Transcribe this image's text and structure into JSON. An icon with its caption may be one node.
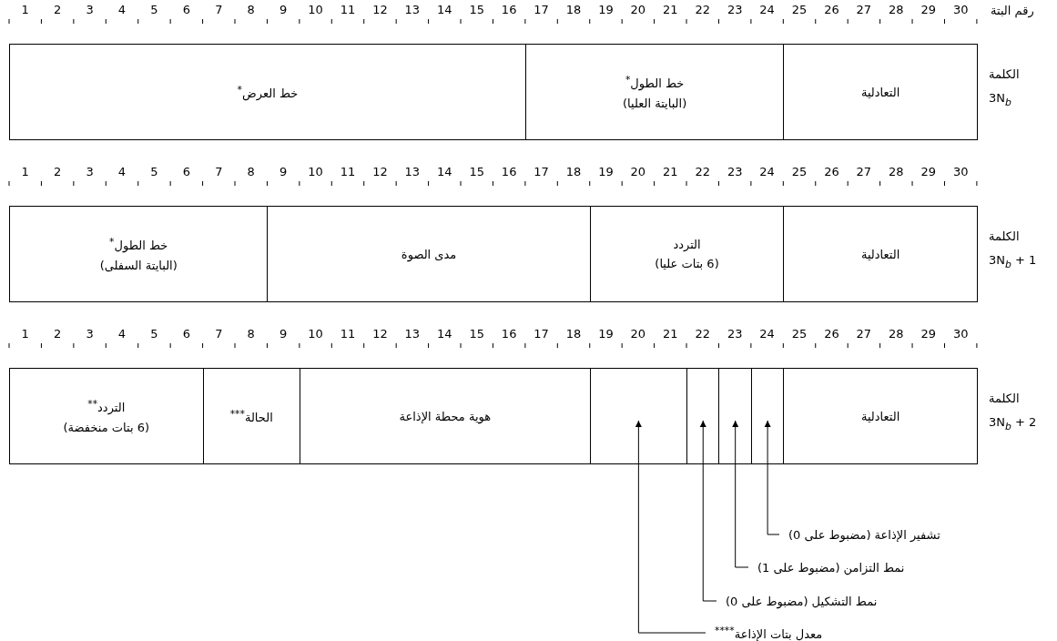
{
  "diagram": {
    "nodes": [
      {
        "text": [
          "خط العرض$^{*}$"
        ]
      },
      {
        "text": [
          "خط الطول$^{*}$",
          "(البايتة العليا)"
        ]
      },
      {
        "text": [
          "التعادلية"
        ]
      },
      {
        "text": [
          "خط الطول$^{*}$",
          "(البايتة السفلى)"
        ]
      },
      {
        "text": [
          "مدى الصوة"
        ]
      },
      {
        "text": [
          "التردد",
          "(6 بتات عليا)"
        ]
      },
      {
        "text": [
          "التعادلية"
        ]
      },
      {
        "text": [
          "التردد$^{**}$",
          "(6 بتات منخفضة)"
        ]
      },
      {
        "text": [
          "الحالة$^{***}$"
        ]
      },
      {
        "text": [
          "هوية محطة الإذاعة"
        ]
      },
      {
        "text": [],
        "shape": "box"
      },
      {
        "text": [],
        "shape": "box"
      },
      {
        "text": [],
        "shape": "box"
      },
      {
        "text": [],
        "shape": "box"
      },
      {
        "text": [
          "التعادلية"
        ]
      },
      {
        "text": [
          "تشفير الإذاعة (مضبوط على 0)"
        ]
      },
      {
        "text": [
          "نمط التزامن (مضبوط على 1)"
        ]
      },
      {
        "text": [
          "نمط التشكيل (مضبوط على 0)"
        ]
      },
      {
        "text": [
          "معدل بتات الإذاعة$^{****}$"
        ]
      }
    ],
    "edges": [
      {
        "from": 15,
        "to": 13,
        "arrow": "to"
      },
      {
        "from": 16,
        "to": 12,
        "arrow": "to"
      },
      {
        "from": 17,
        "to": 11,
        "arrow": "to"
      },
      {
        "from": 18,
        "to": 10,
        "arrow": "to"
      }
    ],
    "labels": [
      "رقم البتة",
      "1",
      "2",
      "3",
      "4",
      "5",
      "6",
      "7",
      "8",
      "9",
      "10",
      "11",
      "12",
      "13",
      "14",
      "15",
      "16",
      "17",
      "18",
      "19",
      "20",
      "21",
      "22",
      "23",
      "24",
      "25",
      "26",
      "27",
      "28",
      "29",
      "30",
      "الكلمة",
      "3N$_{b}$",
      "1",
      "2",
      "3",
      "4",
      "5",
      "6",
      "7",
      "8",
      "9",
      "10",
      "11",
      "12",
      "13",
      "14",
      "15",
      "16",
      "17",
      "18",
      "19",
      "20",
      "21",
      "22",
      "23",
      "24",
      "25",
      "26",
      "27",
      "28",
      "29",
      "30",
      "الكلمة",
      "3N$_{b}$ + 1",
      "1",
      "2",
      "3",
      "4",
      "5",
      "6",
      "7",
      "8",
      "9",
      "10",
      "11",
      "12",
      "13",
      "14",
      "15",
      "16",
      "17",
      "18",
      "19",
      "20",
      "21",
      "22",
      "23",
      "24",
      "25",
      "26",
      "27",
      "28",
      "29",
      "30",
      "الكلمة",
      "3N$_{b}$ + 2"
    ]
  }
}
